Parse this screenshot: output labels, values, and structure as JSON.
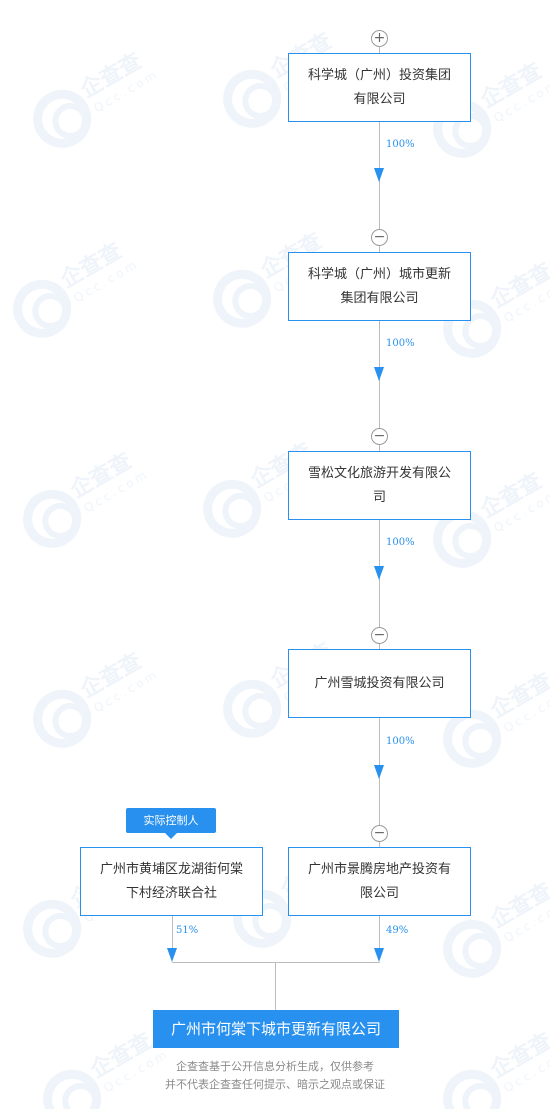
{
  "nodes": {
    "n1": "科学城（广州）投资集团有限公司",
    "n2": "科学城（广州）城市更新集团有限公司",
    "n3": "雪松文化旅游开发有限公司",
    "n4": "广州雪城投资有限公司",
    "n5": "广州市景腾房地产投资有限公司",
    "n6": "广州市黄埔区龙湖街何棠下村经济联合社"
  },
  "edges": {
    "e1": "100%",
    "e2": "100%",
    "e3": "100%",
    "e4": "100%",
    "e5": "49%",
    "e6": "51%"
  },
  "toggles": {
    "top": "+",
    "collapse": "−"
  },
  "tag": "实际控制人",
  "target": "广州市何棠下城市更新有限公司",
  "disclaimer": {
    "line1": "企查查基于公开信息分析生成，仅供参考",
    "line2": "并不代表企查查任何提示、暗示之观点或保证"
  },
  "watermark": {
    "text": "企查查",
    "sub": "Qcc.com"
  },
  "colors": {
    "accent": "#2890ef",
    "connector": "#bcbcbc"
  }
}
